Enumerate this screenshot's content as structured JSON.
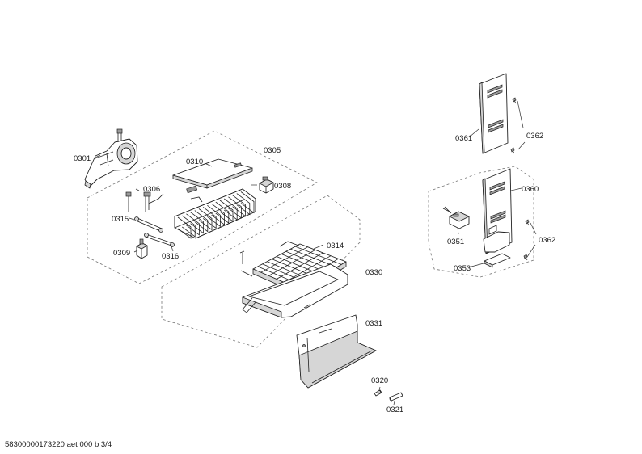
{
  "labels": {
    "p0301": "0301",
    "p0305": "0305",
    "p0306": "0306",
    "p0308": "0308",
    "p0309": "0309",
    "p0310": "0310",
    "p0314": "0314",
    "p0315": "0315",
    "p0316": "0316",
    "p0320": "0320",
    "p0321": "0321",
    "p0330": "0330",
    "p0331": "0331",
    "p0351": "0351",
    "p0353": "0353",
    "p0360": "0360",
    "p0361": "0361",
    "p0362a": "0362",
    "p0362b": "0362"
  },
  "footer": {
    "document_id": "58300000173220 aet 000 b 3/4"
  }
}
